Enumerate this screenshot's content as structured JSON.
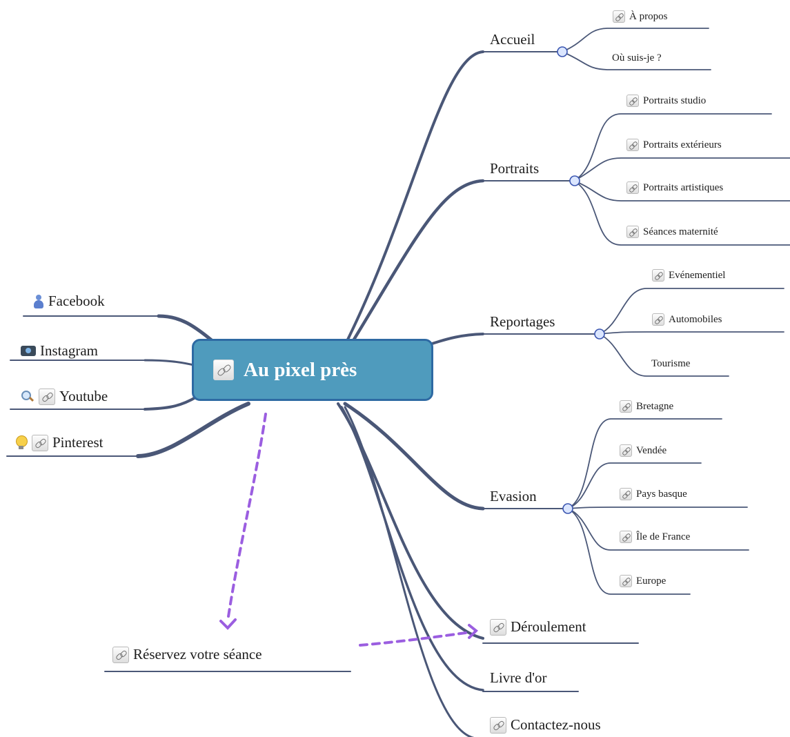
{
  "root": {
    "title": "Au pixel près"
  },
  "right": {
    "accueil": {
      "label": "Accueil",
      "children": [
        "À propos",
        "Où suis-je ?"
      ]
    },
    "portraits": {
      "label": "Portraits",
      "children": [
        "Portraits studio",
        "Portraits extérieurs",
        "Portraits artistiques",
        "Séances maternité"
      ]
    },
    "reportages": {
      "label": "Reportages",
      "children": [
        "Evénementiel",
        "Automobiles",
        "Tourisme"
      ]
    },
    "evasion": {
      "label": "Evasion",
      "children": [
        "Bretagne",
        "Vendée",
        "Pays basque",
        "Île de France",
        "Europe"
      ]
    },
    "deroulement": {
      "label": "Déroulement"
    },
    "livre": {
      "label": "Livre d'or"
    },
    "contact": {
      "label": "Contactez-nous"
    }
  },
  "left": {
    "facebook": {
      "label": "Facebook",
      "icon": "person-icon"
    },
    "instagram": {
      "label": "Instagram",
      "icon": "camera-icon"
    },
    "youtube": {
      "label": "Youtube",
      "icon": "magnifier-icon"
    },
    "pinterest": {
      "label": "Pinterest",
      "icon": "lightbulb-icon"
    }
  },
  "floating": {
    "reserve": {
      "label": "Réservez votre séance"
    }
  },
  "colors": {
    "branch": "#4a5777",
    "node_fill": "#4f9bbd",
    "node_border": "#2e6aa3",
    "arrow": "#9b5ee0",
    "collapse_dot": "#dbe6ff"
  }
}
